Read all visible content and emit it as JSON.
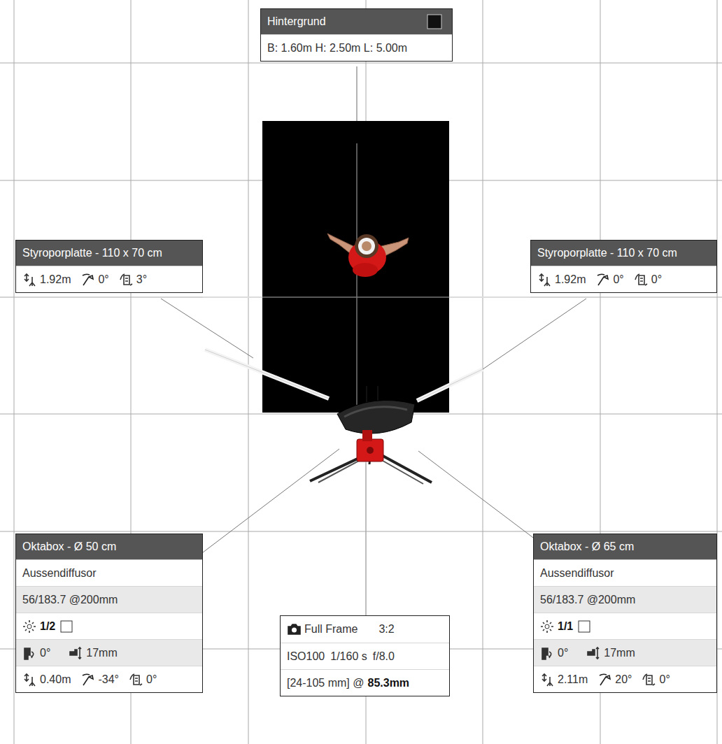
{
  "diagram": {
    "nodes": [
      {
        "text": [
          "Hintergrund",
          "B: 1.60m H: 2.50m L: 5.00m"
        ]
      },
      {
        "text": [
          "Styroporplatte - 110 x 70 cm",
          "1.92m",
          "0°",
          "3°"
        ]
      },
      {
        "text": [
          "Styroporplatte - 110 x 70 cm",
          "1.92m",
          "0°",
          "0°"
        ]
      },
      {
        "text": [
          "Oktabox - Ø 50 cm",
          "Aussendiffusor",
          "56/183.7 @200mm",
          "1/2",
          "0°",
          "17mm",
          "0.40m",
          "-34°",
          "0°"
        ]
      },
      {
        "text": [
          "Full Frame",
          "3:2",
          "ISO100",
          "1/160 s",
          "f/8.0",
          "[24-105 mm] @",
          "85.3mm"
        ]
      },
      {
        "text": [
          "Oktabox - Ø 65 cm",
          "Aussendiffusor",
          "56/183.7 @200mm",
          "1/1",
          "0°",
          "17mm",
          "2.11m",
          "20°",
          "0°"
        ]
      }
    ]
  }
}
